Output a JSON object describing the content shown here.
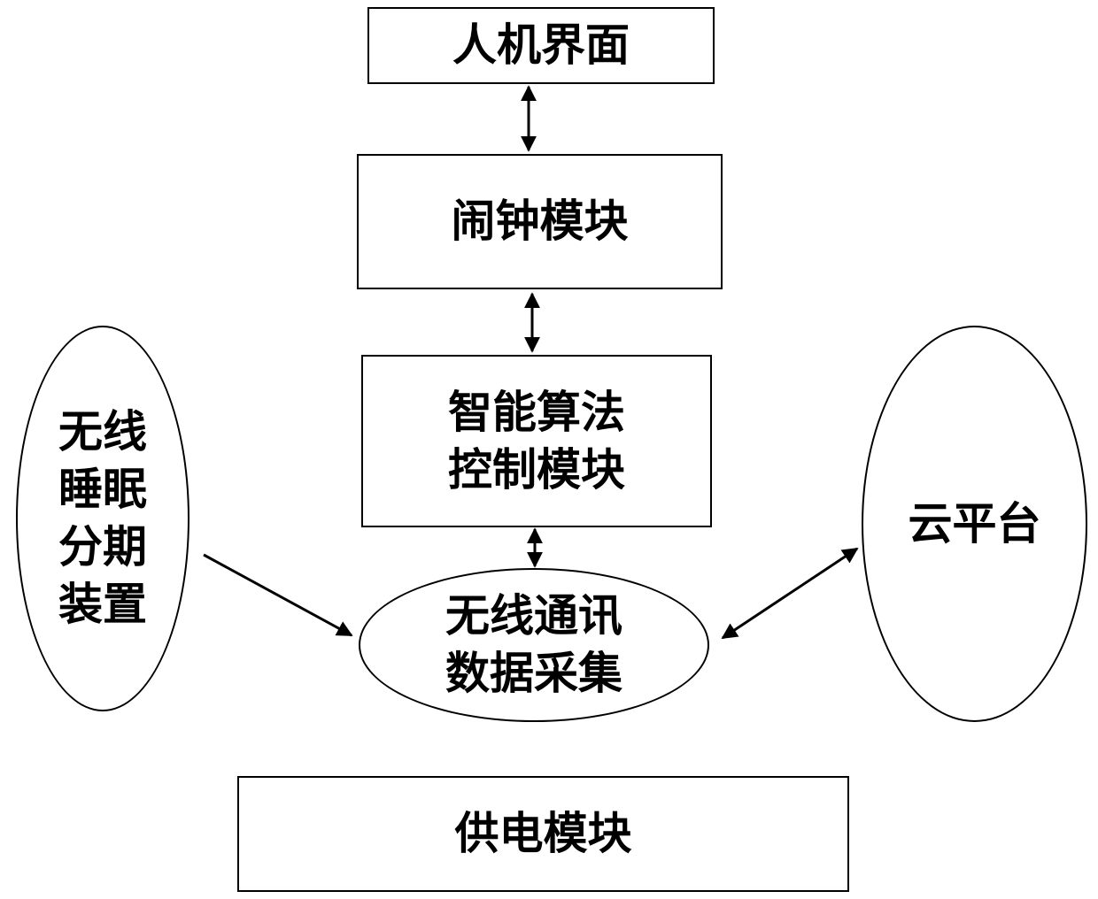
{
  "nodes": {
    "hmi": "人机界面",
    "alarm": "闹钟模块",
    "algo": "智能算法\n控制模块",
    "comm": "无线通讯\n数据采集",
    "sleep": "无线\n睡眠\n分期\n装置",
    "cloud": "云平台",
    "power": "供电模块"
  },
  "edges": [
    {
      "from": "hmi",
      "to": "alarm",
      "direction": "both"
    },
    {
      "from": "alarm",
      "to": "algo",
      "direction": "both"
    },
    {
      "from": "algo",
      "to": "comm",
      "direction": "both"
    },
    {
      "from": "sleep",
      "to": "comm",
      "direction": "forward"
    },
    {
      "from": "comm",
      "to": "cloud",
      "direction": "both"
    }
  ]
}
